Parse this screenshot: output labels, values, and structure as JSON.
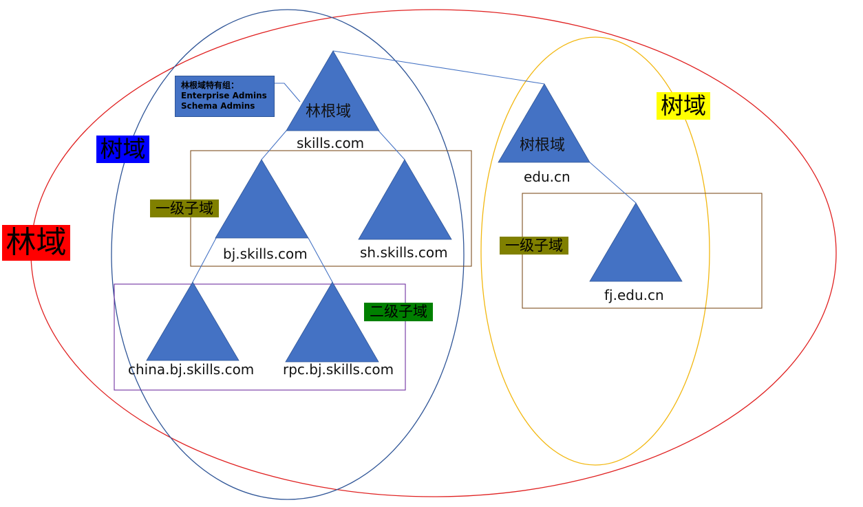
{
  "forest_label": "林域",
  "tree_labels": {
    "left": "树域",
    "right": "树域"
  },
  "level_labels": {
    "first_left": "一级子域",
    "second_left": "二级子域",
    "first_right": "一级子域"
  },
  "note": {
    "title": "林根域特有组：",
    "line1": "Enterprise Admins",
    "line2": "Schema Admins"
  },
  "domains": {
    "skills": {
      "inner": "林根域",
      "name": "skills.com"
    },
    "bj": {
      "name": "bj.skills.com"
    },
    "sh": {
      "name": "sh.skills.com"
    },
    "china": {
      "name": "china.bj.skills.com"
    },
    "rpc": {
      "name": "rpc.bj.skills.com"
    },
    "edu": {
      "inner": "树根域",
      "name": "edu.cn"
    },
    "fj": {
      "name": "fj.edu.cn"
    }
  },
  "colors": {
    "triangle": "#4472C4",
    "forest_ellipse": "#E02020",
    "left_tree_ellipse": "#2F5597",
    "right_tree_ellipse": "#F2B70F",
    "forest_badge": "#FF0000",
    "left_tree_badge": "#0000FF",
    "right_tree_badge": "#FFFF00",
    "first_level_badge": "#808000",
    "second_level_badge": "#008000"
  }
}
